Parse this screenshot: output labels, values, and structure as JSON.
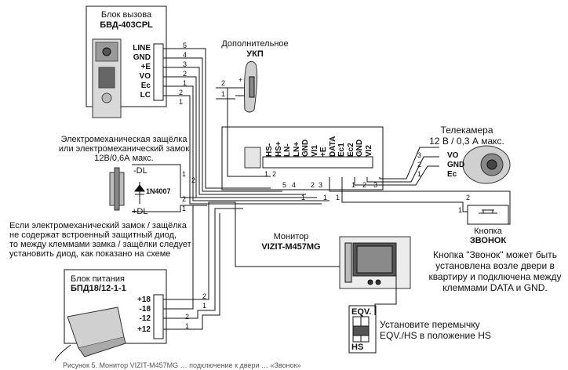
{
  "call_panel": {
    "title_line1": "Блок вызова",
    "title_line2": "БВД-403CPL",
    "terminals": [
      "LINE",
      "GND",
      "+E",
      "VO",
      "Ec",
      "LC"
    ],
    "wire_numbers": [
      "5",
      "4",
      "3",
      "2",
      "1",
      "2",
      "1"
    ]
  },
  "ukp": {
    "title_line1": "Дополнительное",
    "title_line2": "УКП",
    "plus": "+",
    "minus": "-",
    "wire_numbers": [
      "2",
      "1"
    ]
  },
  "lock": {
    "text_line1": "Электромеханическая защёлка",
    "text_line2": "или электромеханический замок",
    "text_line3": "12В/0,6А макс.",
    "minus_dl": "-DL",
    "plus_dl": "+DL",
    "diode": "1N4007",
    "wire_numbers": [
      "1",
      "2",
      "2",
      "1"
    ]
  },
  "diode_note": {
    "line1": "Если электромеханический замок / защёлка",
    "line2": "не содержат встроенный защитный диод,",
    "line3": "то между клеммами замка / защёлки следует",
    "line4": "установить диод, как показано на схеме"
  },
  "monitor_terminal": {
    "labels": [
      "HS-",
      "HS+",
      "LN-",
      "LN+",
      "GND",
      "VI1",
      "+E",
      "DATA",
      "Ec1",
      "Ec2",
      "GND",
      "VI2"
    ],
    "wire_numbers_left": [
      "1",
      "2",
      "5",
      "4",
      "2",
      "3"
    ],
    "wire_numbers_right": [
      "1",
      "2",
      "3"
    ],
    "wire_numbers_bottom": [
      "1",
      "1",
      "1"
    ]
  },
  "camera": {
    "title_line1": "Телекамера",
    "title_line2": "12 В / 0,3 А макс.",
    "terminals": [
      "VO",
      "GND",
      "Ec"
    ],
    "wire_numbers": [
      "3",
      "2",
      "1"
    ]
  },
  "bell": {
    "title_line1": "Кнопка",
    "title_line2": "ЗВОНОК",
    "wire_numbers": [
      "2",
      "1"
    ],
    "note_line1": "Кнопка \"Звонок\" может быть",
    "note_line2": "установлена возле двери в",
    "note_line3": "квартиру и подключена между",
    "note_line4": "клеммами DATA и GND."
  },
  "monitor": {
    "title_line1": "Монитор",
    "title_line2": "VIZIT-M457MG"
  },
  "power": {
    "title_line1": "Блок питания",
    "title_line2": "БПД18/12-1-1",
    "terminals": [
      "+18",
      "-18",
      "-12",
      "+12"
    ],
    "wire_numbers": [
      "2",
      "1",
      "2",
      "1"
    ]
  },
  "jumper": {
    "top_label": "EQV.",
    "bottom_label": "HS",
    "note_line1": "Установите перемычку",
    "note_line2": "EQV./HS в положение HS"
  },
  "caption": {
    "text": "Рисунок 5. Монитор VIZIT-M457MG … подключение к двери … «Звонок»"
  }
}
